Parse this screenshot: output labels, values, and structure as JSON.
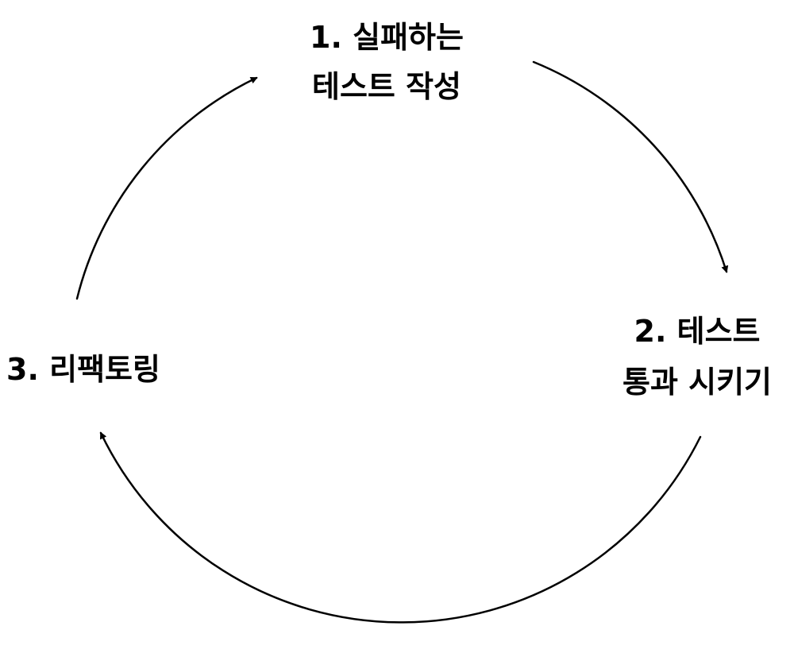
{
  "diagram": {
    "colors": {
      "text": "#000000",
      "arrow": "#000000",
      "background": "#ffffff"
    },
    "steps": [
      {
        "id": "write-failing-test",
        "lines": [
          "1. 실패하는",
          "테스트 작성"
        ]
      },
      {
        "id": "make-test-pass",
        "lines": [
          "2. 테스트",
          "통과 시키기"
        ]
      },
      {
        "id": "refactor",
        "lines": [
          "3. 리팩토링"
        ]
      }
    ],
    "arrows": [
      {
        "from": "write-failing-test",
        "to": "make-test-pass"
      },
      {
        "from": "make-test-pass",
        "to": "refactor"
      },
      {
        "from": "refactor",
        "to": "write-failing-test"
      }
    ]
  }
}
